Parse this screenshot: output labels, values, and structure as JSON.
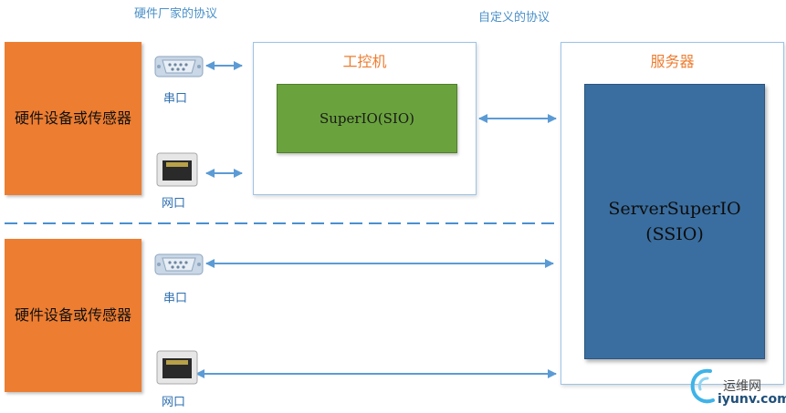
{
  "captions": {
    "vendor_protocol": "硬件厂家的协议",
    "custom_protocol": "自定义的协议"
  },
  "devices": {
    "top_label": "硬件设备或传感器",
    "bottom_label": "硬件设备或传感器"
  },
  "ports": {
    "serial_top": "串口",
    "network_top": "网口",
    "serial_bottom": "串口",
    "network_bottom": "网口"
  },
  "ipc": {
    "title": "工控机",
    "module": "SuperIO(SIO)"
  },
  "server": {
    "title": "服务器",
    "module_line1": "ServerSuperIO",
    "module_line2": "(SSIO)"
  },
  "watermark": {
    "name": "运维网",
    "url": "iyunv.com"
  },
  "colors": {
    "device_fill": "#ed7d31",
    "ipc_module_fill": "#6aa33d",
    "server_module_fill": "#3a6ea0",
    "arrow": "#5b9bd5",
    "panel_border": "#9dc3e6"
  }
}
